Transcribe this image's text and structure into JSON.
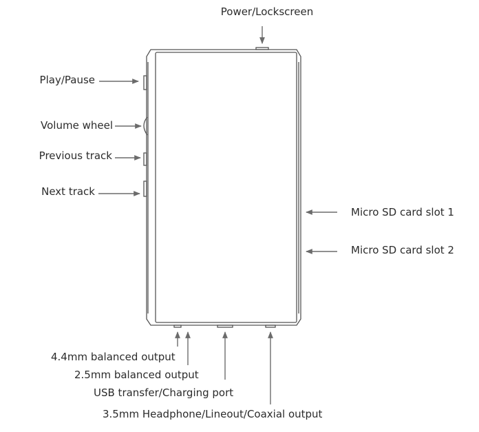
{
  "labels": {
    "power": "Power/Lockscreen",
    "play_pause": "Play/Pause",
    "volume_wheel": "Volume wheel",
    "previous_track": "Previous track",
    "next_track": "Next track",
    "sd_slot_1": "Micro SD card slot 1",
    "sd_slot_2": "Micro SD card slot 2",
    "balanced_44": "4.4mm balanced output",
    "balanced_25": "2.5mm balanced output",
    "usb_port": "USB transfer/Charging port",
    "headphone_35": "3.5mm Headphone/Lineout/Coaxial output"
  },
  "colors": {
    "line": "#6b6b6b",
    "device_outline": "#555555",
    "text": "#2b2b2b"
  }
}
